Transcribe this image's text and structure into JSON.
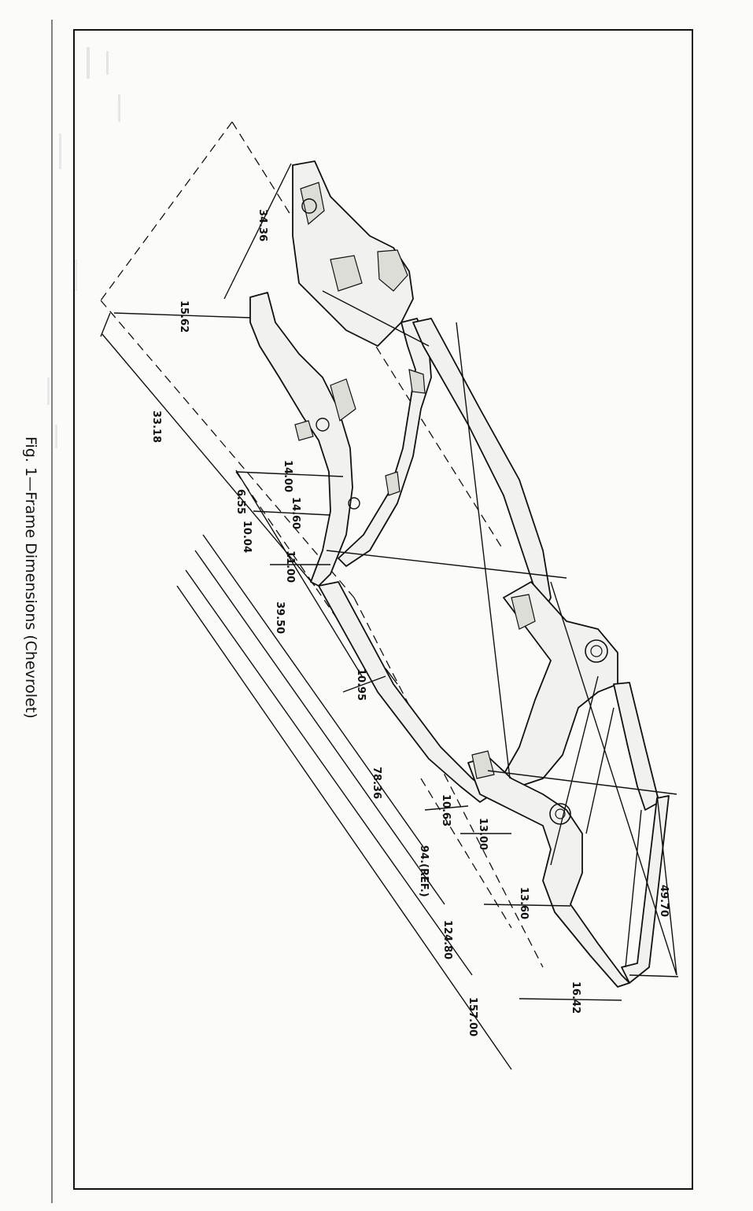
{
  "figure": {
    "caption": "Fig. 1—Frame Dimensions (Chevrolet)",
    "dimensions": [
      {
        "id": "d-34-36",
        "value": "34.36"
      },
      {
        "id": "d-15-62",
        "value": "15.62"
      },
      {
        "id": "d-33-18",
        "value": "33.18"
      },
      {
        "id": "d-14-00",
        "value": "14.00"
      },
      {
        "id": "d-14-60",
        "value": "14.60"
      },
      {
        "id": "d-6-55",
        "value": "6.55"
      },
      {
        "id": "d-10-04",
        "value": "10.04"
      },
      {
        "id": "d-11-00",
        "value": "11.00"
      },
      {
        "id": "d-39-50",
        "value": "39.50"
      },
      {
        "id": "d-10-95",
        "value": "10.95"
      },
      {
        "id": "d-78-36",
        "value": "78.36"
      },
      {
        "id": "d-10-63",
        "value": "10.63"
      },
      {
        "id": "d-13-00",
        "value": "13.00"
      },
      {
        "id": "d-94-ref",
        "value": "94.(REF.)"
      },
      {
        "id": "d-13-60",
        "value": "13.60"
      },
      {
        "id": "d-124-80",
        "value": "124.80"
      },
      {
        "id": "d-49-70",
        "value": "49.70"
      },
      {
        "id": "d-16-42",
        "value": "16.42"
      },
      {
        "id": "d-157-00",
        "value": "157.00"
      }
    ]
  }
}
